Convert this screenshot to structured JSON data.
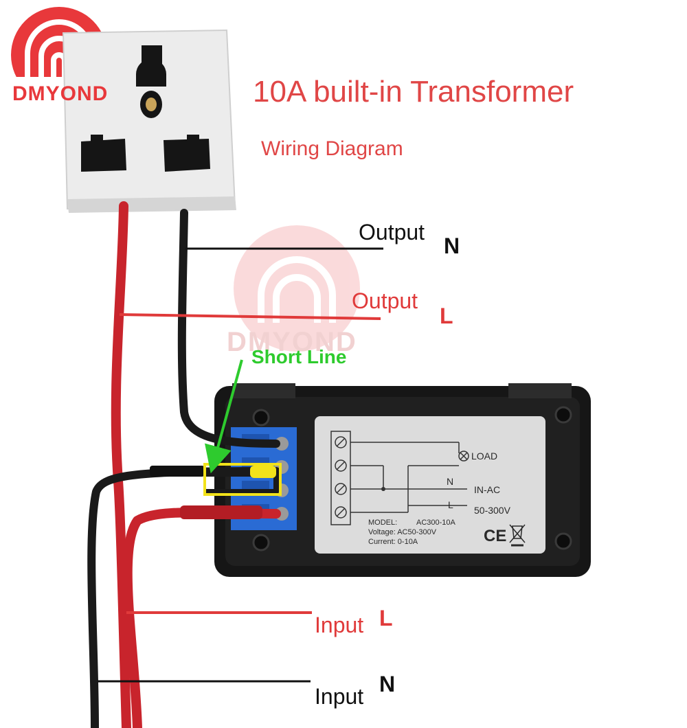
{
  "title": "10A built-in Transformer",
  "subtitle": "Wiring Diagram",
  "brand": "DMYOND",
  "watermark": "DMYOND",
  "labels": {
    "output_n": "Output",
    "output_n_letter": "N",
    "output_l": "Output",
    "output_l_letter": "L",
    "short_line": "Short Line",
    "input_l": "Input",
    "input_l_letter": "L",
    "input_n": "Input",
    "input_n_letter": "N"
  },
  "panel": {
    "load": "LOAD",
    "n": "N",
    "in_ac": "IN-AC",
    "l": "L",
    "range": "50-300V",
    "model_label": "MODEL:",
    "model_value": "AC300-10A",
    "voltage": "Voltage: AC50-300V",
    "current": "Current: 0-10A",
    "ce": "CE"
  },
  "colors": {
    "accent_red": "#e04646",
    "wire_red": "#c8242c",
    "wire_black": "#1a1a1a",
    "short_green": "#2ecb2e",
    "highlight_yellow": "#f2e21a"
  }
}
